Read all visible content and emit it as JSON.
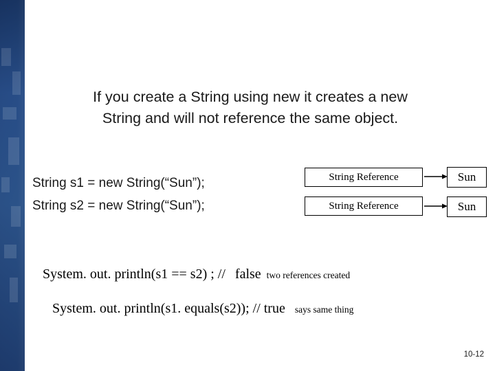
{
  "slide": {
    "title_line1": "If you create a String using new it creates a new",
    "title_line2": "String and will not reference the same object.",
    "code_lines": [
      "String s1 = new String(“Sun”);",
      "String s2 = new String(“Sun”);"
    ],
    "diagram": {
      "ref_boxes": [
        "String Reference",
        "String Reference"
      ],
      "value_boxes": [
        "Sun",
        "Sun"
      ]
    },
    "statements": [
      {
        "code": "System. out. println(s1 == s2) ; //",
        "result": "false",
        "note": "two references created"
      },
      {
        "code": "System. out. println(s1. equals(s2));  // true",
        "result": "",
        "note": "says same thing"
      }
    ],
    "page_number": "10-12",
    "colors": {
      "band_dark": "#17325f",
      "band_mid": "#2b5288",
      "text": "#1a1a1a"
    }
  }
}
